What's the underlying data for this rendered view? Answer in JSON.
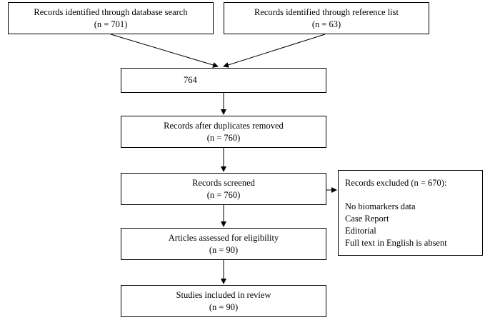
{
  "boxes": {
    "database_search": {
      "title": "Records identified  through database search",
      "count": "(n = 701)"
    },
    "reference_list": {
      "title": "Records identified  through  reference list",
      "count": "(n = 63)"
    },
    "total": {
      "count": "764"
    },
    "duplicates_removed": {
      "title": "Records after duplicates  removed",
      "count": "(n = 760)"
    },
    "screened": {
      "title": "Records  screened",
      "count": "(n = 760)"
    },
    "excluded": {
      "title": "Records excluded  (n = 670):",
      "reasons": [
        "No biomarkers  data",
        "Case Report",
        "Editorial",
        "Full text in English is absent"
      ]
    },
    "eligibility": {
      "title": "Articles  assessed for eligibility",
      "count": "(n = 90)"
    },
    "included": {
      "title": "Studies included  in review",
      "count": "(n = 90)"
    }
  }
}
